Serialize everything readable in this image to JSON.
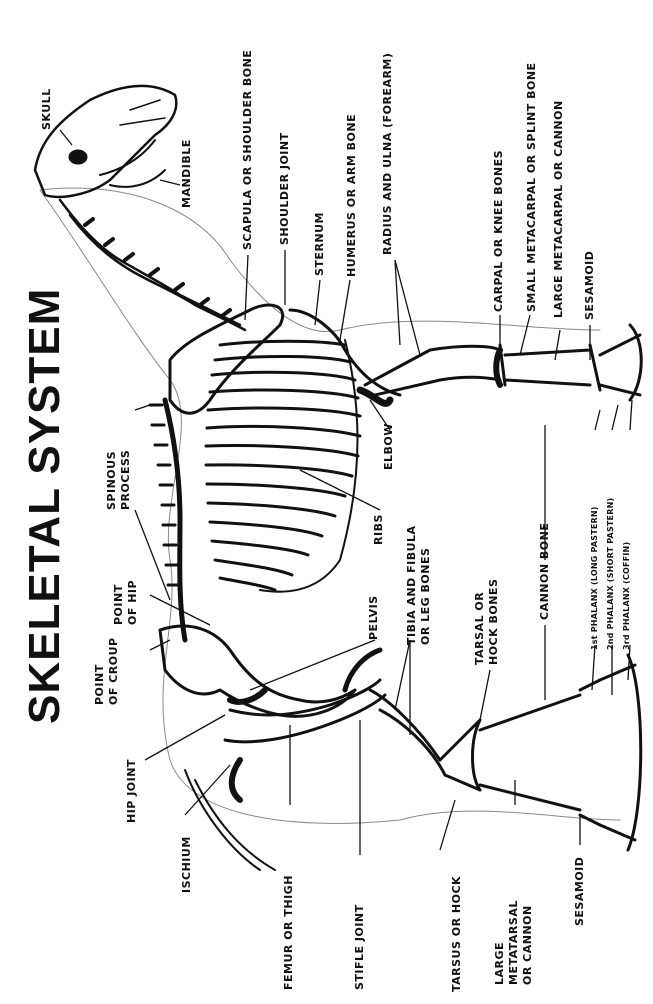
{
  "title": "SKELETAL SYSTEM",
  "labels": {
    "skull": "SKULL",
    "mandible": "MANDIBLE",
    "scapula": "SCAPULA OR SHOULDER BONE",
    "shoulder_joint": "SHOULDER JOINT",
    "sternum": "STERNUM",
    "humerus": "HUMERUS OR ARM BONE",
    "radius_ulna": "RADIUS AND ULNA (FOREARM)",
    "carpal": "CARPAL OR KNEE BONES",
    "small_metacarpal": "SMALL METACARPAL OR SPLINT BONE",
    "large_metacarpal": "LARGE METACARPAL OR CANNON",
    "sesamoid_front": "SESAMOID",
    "spinous_process": "SPINOUS\nPROCESS",
    "elbow": "ELBOW",
    "ribs": "RIBS",
    "cannon_bone": "CANNON BONE",
    "phalanx1": "1st PHALANX (LONG PASTERN)",
    "phalanx2": "2nd PHALANX (SHORT PASTERN)",
    "phalanx3": "3rd PHALANX (COFFIN)",
    "point_of_hip": "POINT\nOF HIP",
    "point_of_croup": "POINT\nOF CROUP",
    "pelvis": "PELVIS",
    "tibia_fibula": "TIBIA AND FIBULA\nOR LEG BONES",
    "tarsal": "TARSAL OR\nHOCK BONES",
    "hip_joint": "HIP JOINT",
    "ischium": "ISCHIUM",
    "femur": "FEMUR OR THIGH",
    "stifle": "STIFLE JOINT",
    "tarsus": "TARSUS OR HOCK",
    "large_metatarsal": "LARGE\nMETATARSAL\nOR CANNON",
    "sesamoid_hind": "SESAMOID"
  }
}
